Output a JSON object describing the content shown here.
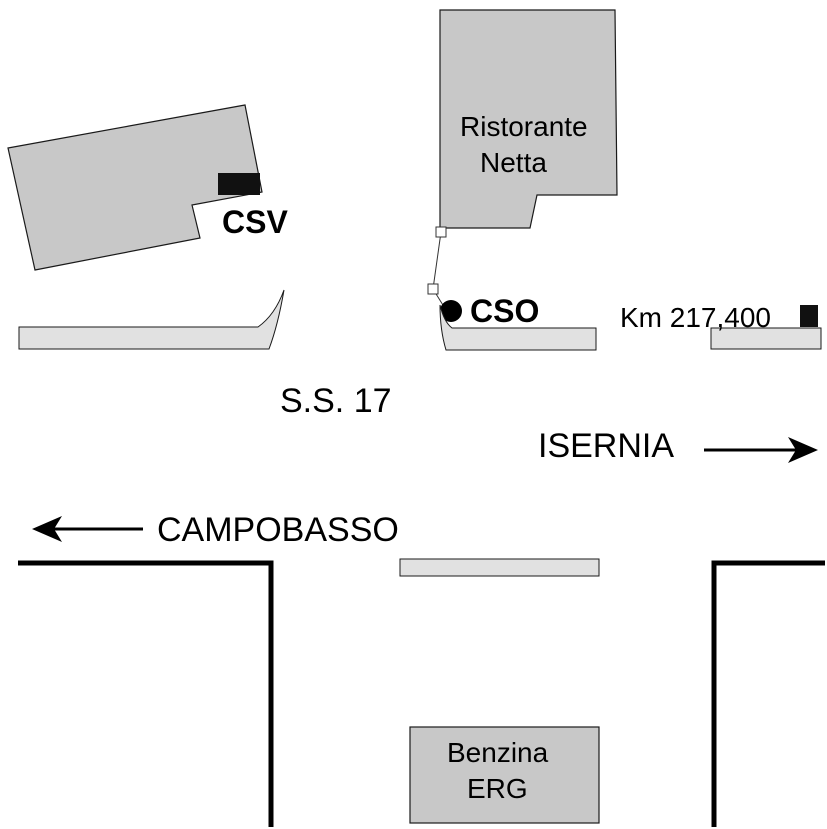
{
  "buildings": {
    "restaurant": {
      "line1": "Ristorante",
      "line2": "Netta"
    },
    "gas_station": {
      "line1": "Benzina",
      "line2": "ERG"
    }
  },
  "markers": {
    "csv": "CSV",
    "cso": "CSO",
    "km": "Km 217,400"
  },
  "road": {
    "name": "S.S. 17",
    "direction_east": "ISERNIA",
    "direction_west": "CAMPOBASSO"
  },
  "colors": {
    "building_fill": "#c8c8c8",
    "curb_fill": "#e1e1e1",
    "marker": "#000000"
  }
}
